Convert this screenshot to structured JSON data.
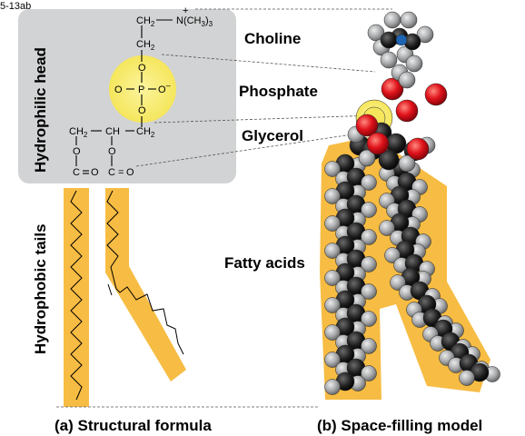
{
  "figure_id": "5-13ab",
  "regions": {
    "hydrophilic_head": "Hydrophilic head",
    "hydrophobic_tails": "Hydrophobic tails"
  },
  "components": {
    "choline": "Choline",
    "phosphate": "Phosphate",
    "glycerol": "Glycerol",
    "fatty_acids": "Fatty acids"
  },
  "formula": {
    "ch2_top": "CH",
    "sub2": "2",
    "n_group": "N(CH",
    "n_sub": "3",
    "n_close": ")",
    "n_count": "3",
    "plus": "+",
    "o": "O",
    "p": "P",
    "o_minus": "O",
    "minus": "–",
    "c": "C",
    "ch": "CH",
    "eq": "="
  },
  "captions": {
    "a": "(a) Structural formula",
    "b": "(b) Space-filling model"
  },
  "colors": {
    "head_box": "#d2d3d4",
    "phosphate_glow": "#f8ef7a",
    "tail_band": "#f7bc43",
    "carbon": "#1e1e1e",
    "hydrogen": "#a7a9ab",
    "oxygen": "#e0131b",
    "nitrogen": "#1e64b4"
  }
}
